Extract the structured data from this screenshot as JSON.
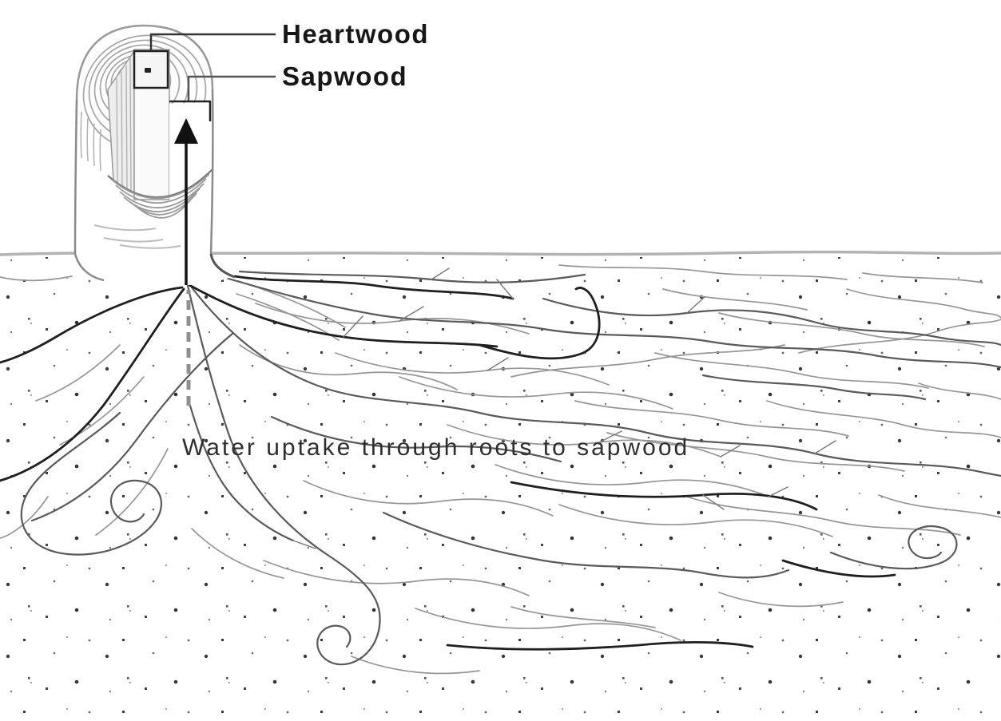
{
  "labels": {
    "heartwood": "Heartwood",
    "sapwood": "Sapwood",
    "caption": "Water uptake through roots to sapwood"
  },
  "icons": {
    "flow_arrow": "up-arrow-icon"
  },
  "colors": {
    "background": "#ffffff",
    "label_text": "#171717",
    "caption_text": "#2e2e2e",
    "ground_line": "#b3b3b3",
    "root_dark": "#1f1f1f",
    "root_mid": "#5a5a5a",
    "root_light": "#969696",
    "root_branch": "#787878",
    "soil_dot": "#3a3a3a",
    "trunk_outline": "#8a8a8a",
    "ring_line": "#a9a9a9",
    "arrow": "#111111",
    "dashed_flow_line": "#909090",
    "heartwood_leader": "#333333",
    "sapwood_leader": "#555555"
  }
}
